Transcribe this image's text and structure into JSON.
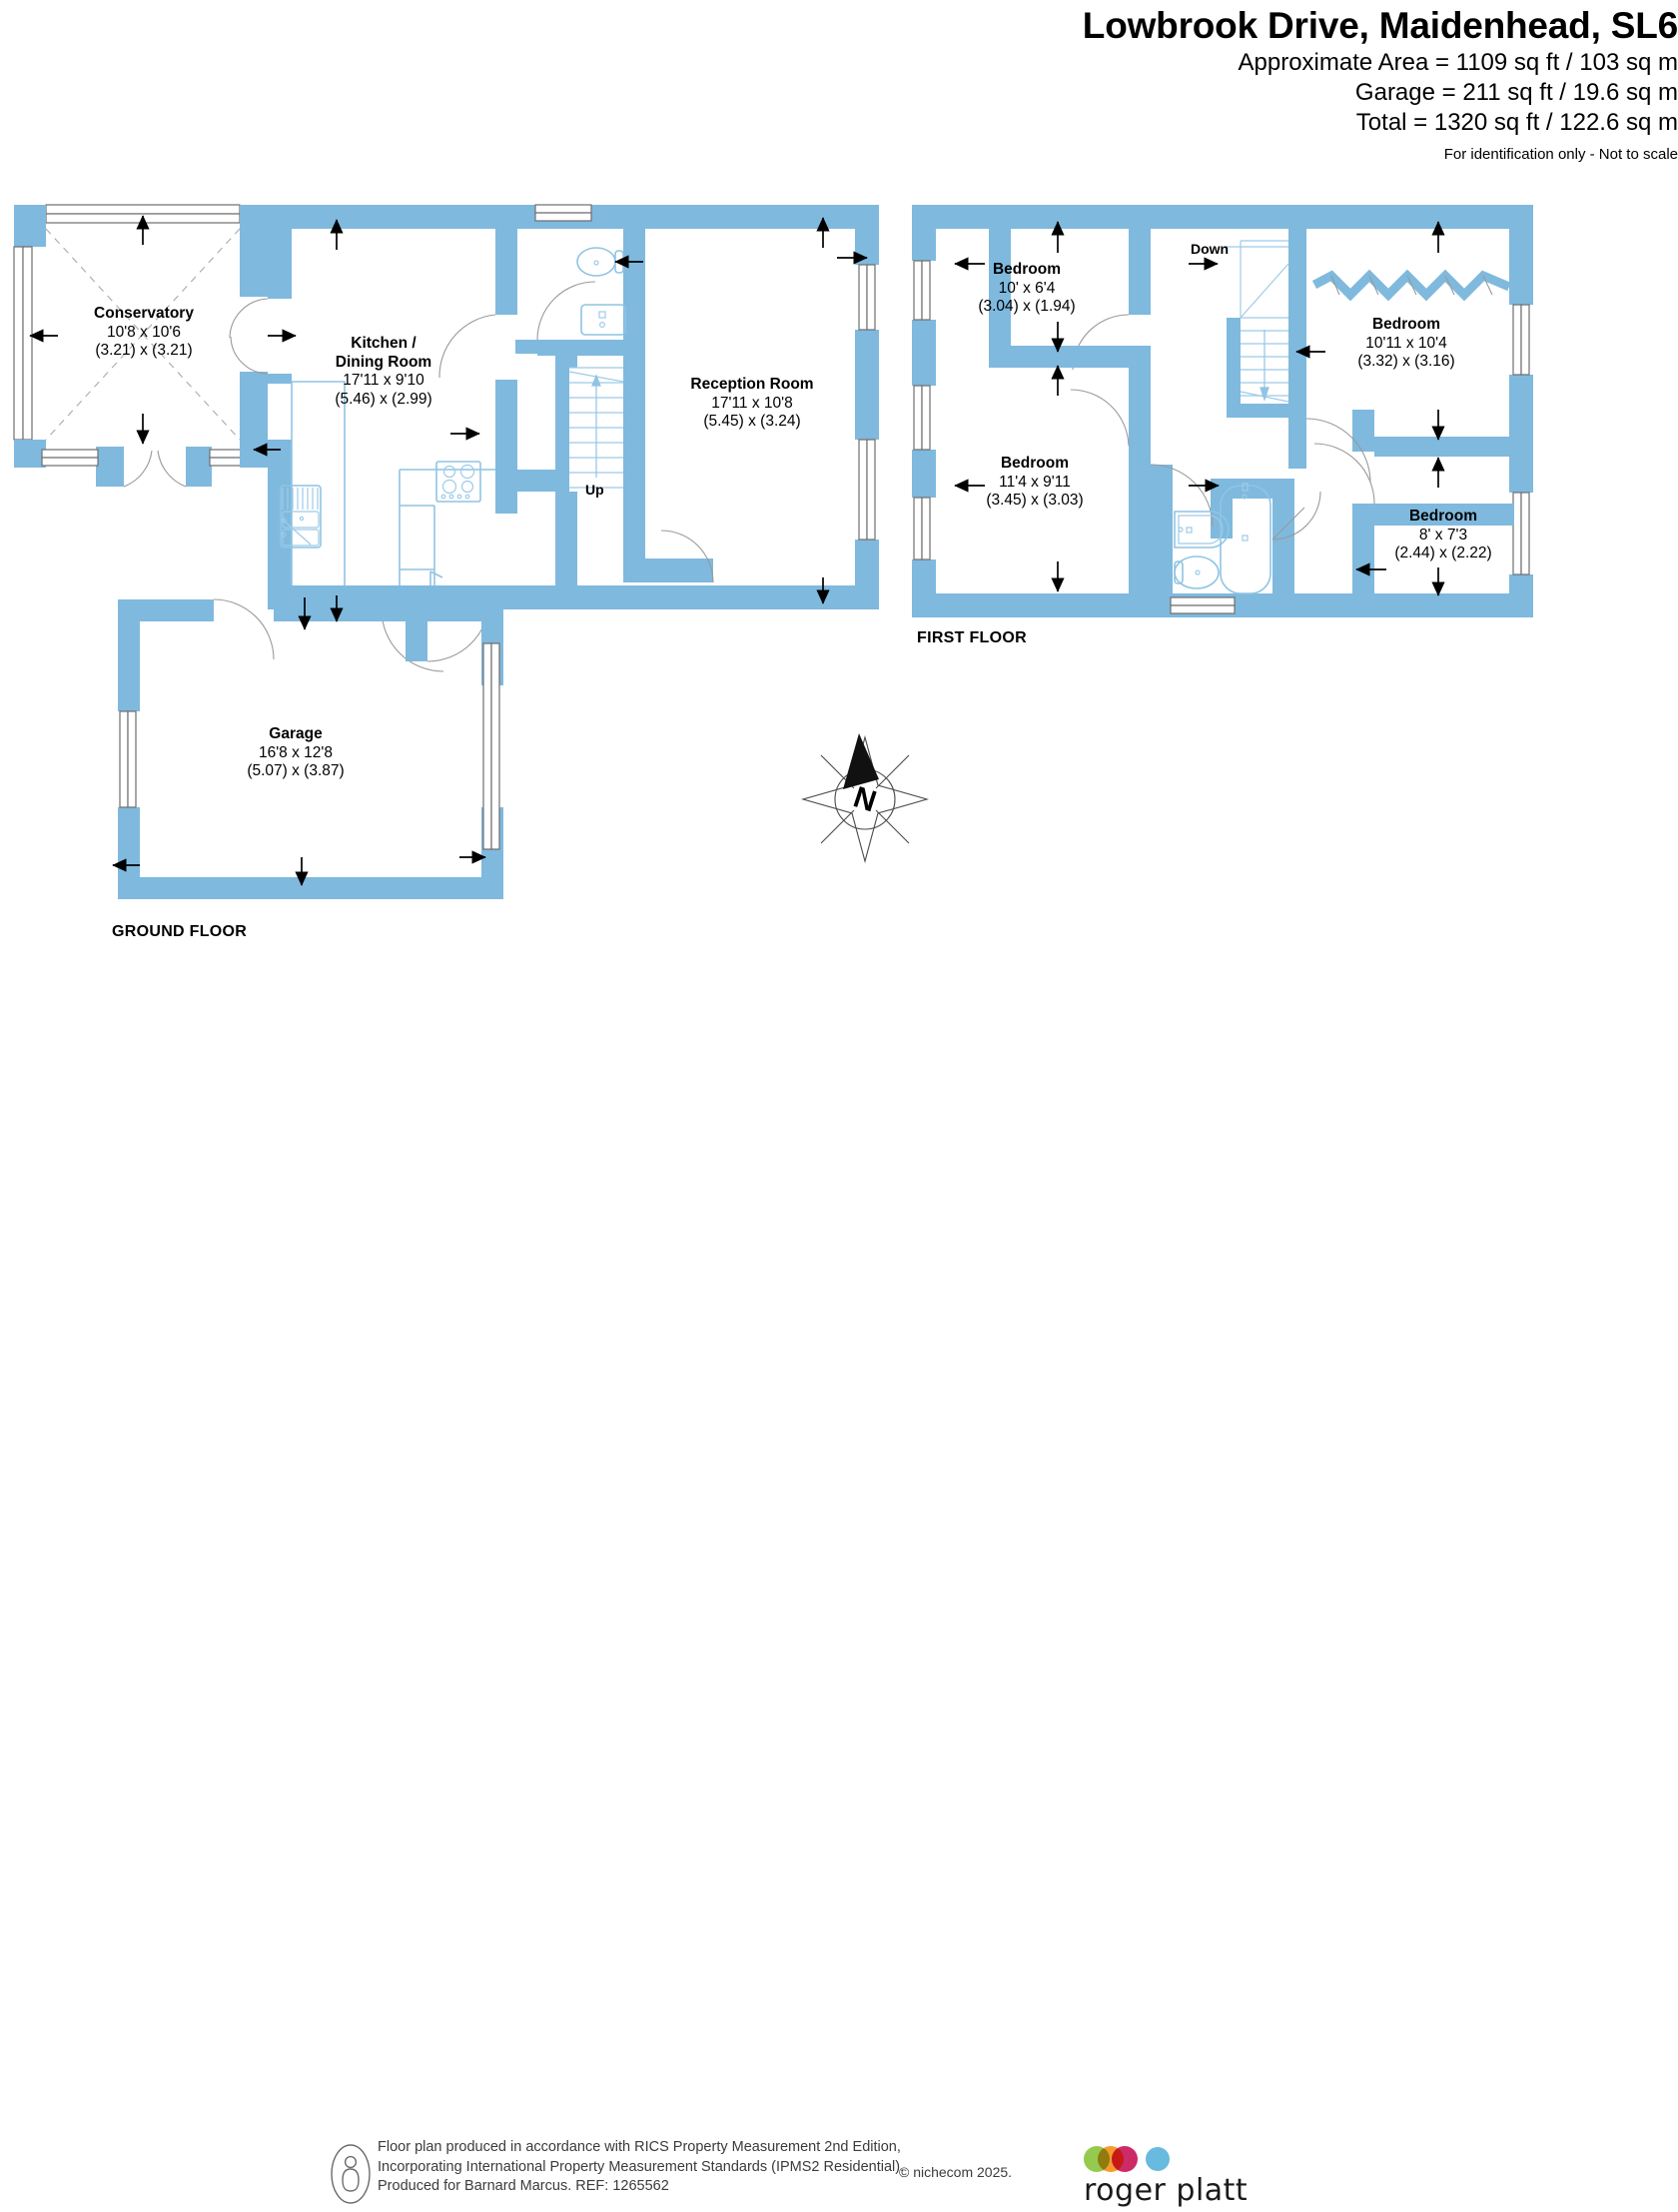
{
  "header": {
    "title": "Lowbrook Drive, Maidenhead, SL6",
    "approximate_area": "Approximate Area = 1109 sq ft / 103 sq m",
    "garage_area": "Garage = 211 sq ft / 19.6 sq m",
    "total_area": "Total = 1320 sq ft / 122.6 sq m",
    "disclaimer": "For identification only - Not to scale"
  },
  "floors": [
    {
      "id": "ground",
      "label": "GROUND FLOOR"
    },
    {
      "id": "first",
      "label": "FIRST FLOOR"
    }
  ],
  "ground_floor": {
    "label": "GROUND FLOOR",
    "rooms": [
      {
        "name": "Conservatory",
        "imperial": "10'8 x 10'6",
        "metric": "(3.21) x (3.21)"
      },
      {
        "name_line1": "Kitchen /",
        "name_line2": "Dining Room",
        "imperial": "17'11 x 9'10",
        "metric": "(5.46) x (2.99)"
      },
      {
        "name": "Reception Room",
        "imperial": "17'11 x 10'8",
        "metric": "(5.45) x (3.24)"
      },
      {
        "name": "Garage",
        "imperial": "16'8 x 12'8",
        "metric": "(5.07) x (3.87)"
      }
    ],
    "stair_label": "Up"
  },
  "first_floor": {
    "label": "FIRST FLOOR",
    "rooms": [
      {
        "name": "Bedroom",
        "imperial": "10' x 6'4",
        "metric": "(3.04) x (1.94)"
      },
      {
        "name": "Bedroom",
        "imperial": "11'4 x 9'11",
        "metric": "(3.45) x (3.03)"
      },
      {
        "name": "Bedroom",
        "imperial": "10'11 x 10'4",
        "metric": "(3.32) x (3.16)"
      },
      {
        "name": "Bedroom",
        "imperial": "8' x 7'3",
        "metric": "(2.44) x (2.22)"
      }
    ],
    "stair_label": "Down"
  },
  "compass": {
    "north_label": "N"
  },
  "footer": {
    "line1": "Floor plan produced in accordance with RICS Property Measurement 2nd Edition,",
    "line2": "Incorporating International Property Measurement Standards (IPMS2 Residential).",
    "line3": "Produced for Barnard Marcus.   REF:  1265562",
    "copyright": "© nichecom 2025.",
    "brand": "roger platt"
  },
  "colors": {
    "wall": "#7FB9DE",
    "fixture": "#8FC4E4",
    "text": "#000000",
    "brand_green": "#8CC63F",
    "brand_orange": "#F6921E",
    "brand_red": "#C8195A",
    "brand_blue": "#5BB4DC"
  }
}
